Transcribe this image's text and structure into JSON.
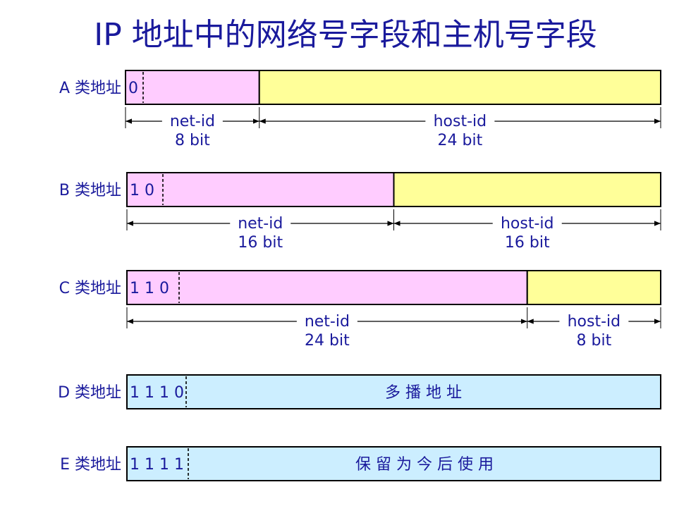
{
  "title": "IP 地址中的网络号字段和主机号字段",
  "colors": {
    "title": "#1a1a9c",
    "label": "#1a1a9c",
    "net_fill": "#ffccff",
    "host_fill": "#ffff99",
    "special_fill": "#cceeff",
    "border": "#000000"
  },
  "classes": [
    {
      "label": "A 类地址",
      "prefix": "0",
      "segments": [
        {
          "role": "net",
          "bits": 8,
          "name": "net-id",
          "bits_label": "8 bit"
        },
        {
          "role": "host",
          "bits": 24,
          "name": "host-id",
          "bits_label": "24 bit"
        }
      ]
    },
    {
      "label": "B 类地址",
      "prefix": "1 0",
      "segments": [
        {
          "role": "net",
          "bits": 16,
          "name": "net-id",
          "bits_label": "16 bit"
        },
        {
          "role": "host",
          "bits": 16,
          "name": "host-id",
          "bits_label": "16 bit"
        }
      ]
    },
    {
      "label": "C 类地址",
      "prefix": "1 1 0",
      "segments": [
        {
          "role": "net",
          "bits": 24,
          "name": "net-id",
          "bits_label": "24 bit"
        },
        {
          "role": "host",
          "bits": 8,
          "name": "host-id",
          "bits_label": "8 bit"
        }
      ]
    },
    {
      "label": "D 类地址",
      "prefix": "1 1 1 0",
      "text": "多 播 地 址"
    },
    {
      "label": "E 类地址",
      "prefix": "1 1 1 1",
      "text": "保 留 为 今 后 使 用"
    }
  ]
}
